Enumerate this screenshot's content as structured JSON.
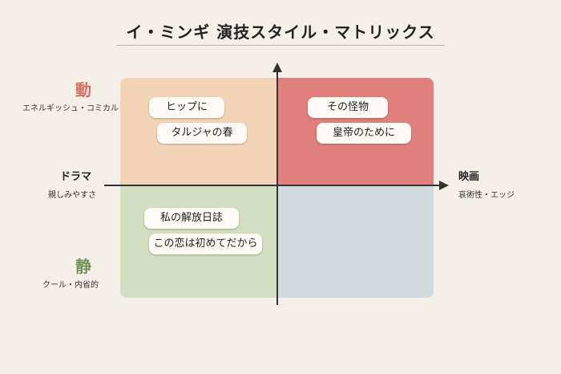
{
  "title": "イ・ミンギ 演技スタイル・マトリックス",
  "y_axis": {
    "top_label": "動",
    "top_sublabel": "エネルギッシュ・コミカル",
    "bottom_label": "静",
    "bottom_sublabel": "クール・内省的"
  },
  "x_axis": {
    "left_label": "ドラマ",
    "left_sublabel": "親しみやすさ",
    "right_label": "映画",
    "right_sublabel": "哀術性・エッジ"
  },
  "quadrants": {
    "top_left": [
      "ヒップに",
      "タルジャの春"
    ],
    "top_right": [
      "その怪物",
      "皇帝のために"
    ],
    "bottom_left": [
      "私の解放日誌",
      "この恋は初めてだから"
    ],
    "bottom_right": []
  },
  "colors": {
    "top_left": "#f3d4b7",
    "top_right": "#e07f7c",
    "bottom_left": "#d2dfc1",
    "bottom_right": "#d2d9df",
    "dynamic_label": "#d9705f",
    "static_label": "#6f9456"
  }
}
